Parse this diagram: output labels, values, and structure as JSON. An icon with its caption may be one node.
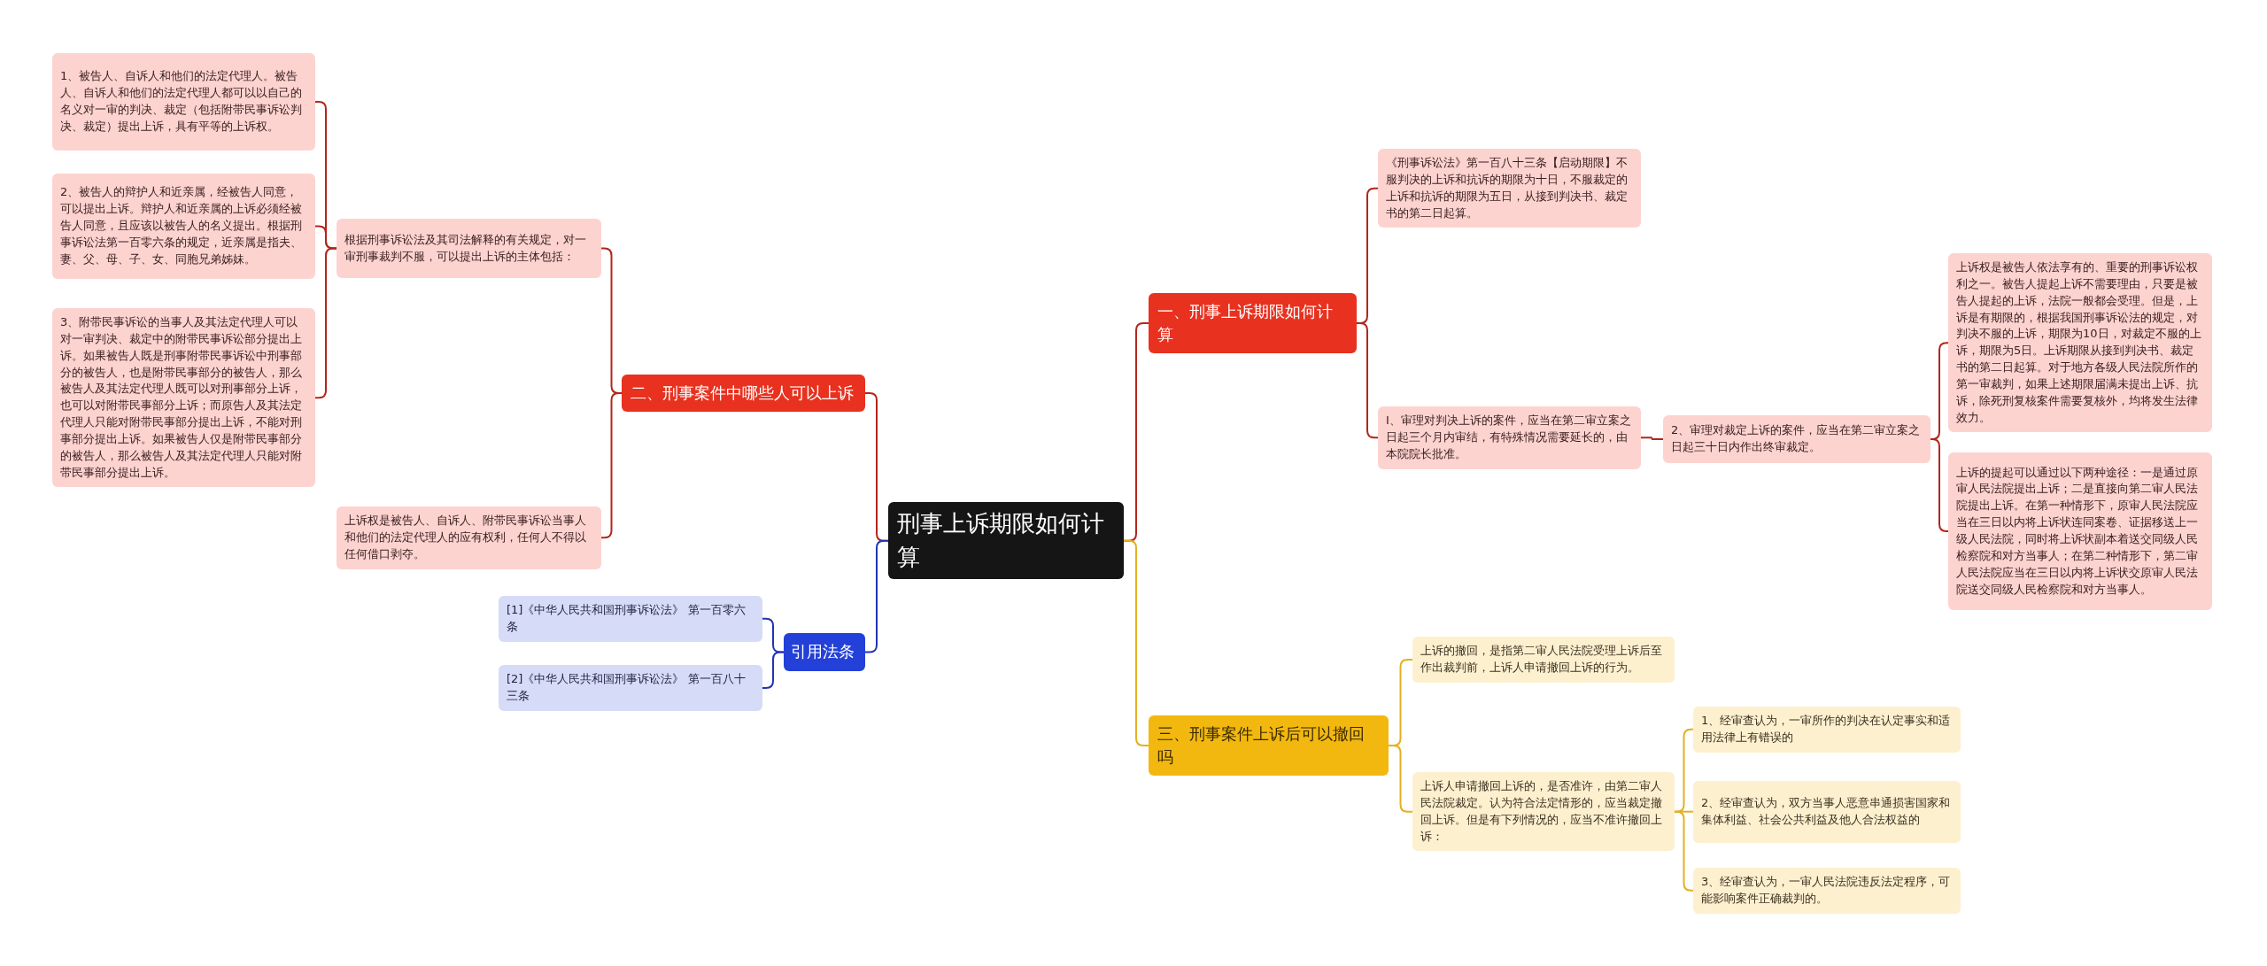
{
  "diagram": {
    "nodes": [
      {
        "text": [
          "刑事上诉期限如何计算"
        ]
      },
      {
        "text": [
          "一、刑事上诉期限如何计算"
        ]
      },
      {
        "text": [
          "《刑事诉讼法》第一百八十三条【启动期限】不服判决的上诉和抗诉的期限为十日，不服裁定的上诉和抗诉的期限为五日，从接到判决书、裁定书的第二日起算。"
        ]
      },
      {
        "text": [
          "I、审理对判决上诉的案件，应当在第二审立案之日起三个月内审结，有特殊情况需要延长的，由本院院长批准。"
        ]
      },
      {
        "text": [
          "2、审理对裁定上诉的案件，应当在第二审立案之日起三十日内作出终审裁定。"
        ]
      },
      {
        "text": [
          "上诉权是被告人依法享有的、重要的刑事诉讼权利之一。被告人提起上诉不需要理由，只要是被告人提起的上诉，法院一般都会受理。但是，上诉是有期限的，根据我国刑事诉讼法的规定，对判决不服的上诉，期限为10日，对裁定不服的上诉，期限为5日。上诉期限从接到判决书、裁定书的第二日起算。对于地方各级人民法院所作的第一审裁判，如果上述期限届满未提出上诉、抗诉，除死刑复核案件需要复核外，均将发生法律效力。"
        ]
      },
      {
        "text": [
          "上诉的提起可以通过以下两种途径：一是通过原审人民法院提出上诉；二是直接向第二审人民法院提出上诉。在第一种情形下，原审人民法院应当在三日以内将上诉状连同案卷、证据移送上一级人民法院，同时将上诉状副本着送交同级人民检察院和对方当事人；在第二种情形下，第二审人民法院应当在三日以内将上诉状交原审人民法院送交同级人民检察院和对方当事人。"
        ]
      },
      {
        "text": [
          "二、刑事案件中哪些人可以上诉"
        ]
      },
      {
        "text": [
          "根据刑事诉讼法及其司法解释的有关规定，对一审刑事裁判不服，可以提出上诉的主体包括："
        ]
      },
      {
        "text": [
          "1、被告人、自诉人和他们的法定代理人。被告人、自诉人和他们的法定代理人都可以以自己的名义对一审的判决、裁定（包括附带民事诉讼判决、裁定）提出上诉，具有平等的上诉权。"
        ]
      },
      {
        "text": [
          "2、被告人的辩护人和近亲属，经被告人同意，可以提出上诉。辩护人和近亲属的上诉必须经被告人同意，且应该以被告人的名义提出。根据刑事诉讼法第一百零六条的规定，近亲属是指夫、妻、父、母、子、女、同胞兄弟姊妹。"
        ]
      },
      {
        "text": [
          "3、附带民事诉讼的当事人及其法定代理人可以对一审判决、裁定中的附带民事诉讼部分提出上诉。如果被告人既是刑事附带民事诉讼中刑事部分的被告人，也是附带民事部分的被告人，那么被告人及其法定代理人既可以对刑事部分上诉，也可以对附带民事部分上诉；而原告人及其法定代理人只能对附带民事部分提出上诉，不能对刑事部分提出上诉。如果被告人仅是附带民事部分的被告人，那么被告人及其法定代理人只能对附带民事部分提出上诉。"
        ]
      },
      {
        "text": [
          "上诉权是被告人、自诉人、附带民事诉讼当事人和他们的法定代理人的应有权利，任何人不得以任何借口剥夺。"
        ]
      },
      {
        "text": [
          "引用法条"
        ]
      },
      {
        "text": [
          "[1]《中华人民共和国刑事诉讼法》 第一百零六条"
        ]
      },
      {
        "text": [
          "[2]《中华人民共和国刑事诉讼法》 第一百八十三条"
        ]
      },
      {
        "text": [
          "三、刑事案件上诉后可以撤回吗"
        ]
      },
      {
        "text": [
          "上诉的撤回，是指第二审人民法院受理上诉后至作出裁判前，上诉人申请撤回上诉的行为。"
        ]
      },
      {
        "text": [
          "上诉人申请撤回上诉的，是否准许，由第二审人民法院裁定。认为符合法定情形的，应当裁定撤回上诉。但是有下列情况的，应当不准许撤回上诉："
        ]
      },
      {
        "text": [
          "1、经审查认为，一审所作的判决在认定事实和适用法律上有错误的"
        ]
      },
      {
        "text": [
          "2、经审查认为，双方当事人恶意串通损害国家和集体利益、社会公共利益及他人合法权益的"
        ]
      },
      {
        "text": [
          "3、经审查认为，一审人民法院违反法定程序，可能影响案件正确裁判的。"
        ]
      }
    ],
    "edges": [
      {
        "from": 0,
        "to": 1,
        "arrow": "none"
      },
      {
        "from": 1,
        "to": 2,
        "arrow": "none"
      },
      {
        "from": 1,
        "to": 3,
        "arrow": "none"
      },
      {
        "from": 3,
        "to": 4,
        "arrow": "none"
      },
      {
        "from": 4,
        "to": 5,
        "arrow": "none"
      },
      {
        "from": 4,
        "to": 6,
        "arrow": "none"
      },
      {
        "from": 0,
        "to": 7,
        "arrow": "none"
      },
      {
        "from": 7,
        "to": 8,
        "arrow": "none"
      },
      {
        "from": 8,
        "to": 9,
        "arrow": "none"
      },
      {
        "from": 8,
        "to": 10,
        "arrow": "none"
      },
      {
        "from": 8,
        "to": 11,
        "arrow": "none"
      },
      {
        "from": 7,
        "to": 12,
        "arrow": "none"
      },
      {
        "from": 0,
        "to": 13,
        "arrow": "none",
        "color": "#1f35b5"
      },
      {
        "from": 13,
        "to": 14,
        "arrow": "none",
        "color": "#1f35b5"
      },
      {
        "from": 13,
        "to": 15,
        "arrow": "none",
        "color": "#1f35b5"
      },
      {
        "from": 0,
        "to": 16,
        "arrow": "none",
        "color": "#e3b021"
      },
      {
        "from": 16,
        "to": 17,
        "arrow": "none",
        "color": "#e3b021"
      },
      {
        "from": 16,
        "to": 18,
        "arrow": "none",
        "color": "#e3b021"
      },
      {
        "from": 18,
        "to": 19,
        "arrow": "none",
        "color": "#e3b021"
      },
      {
        "from": 18,
        "to": 20,
        "arrow": "none",
        "color": "#e3b021"
      },
      {
        "from": 18,
        "to": 21,
        "arrow": "none",
        "color": "#e3b021"
      }
    ]
  }
}
